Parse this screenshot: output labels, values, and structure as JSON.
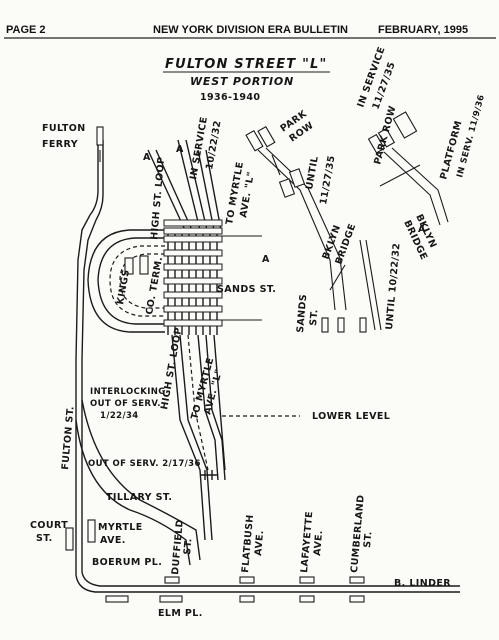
{
  "header": {
    "page": "PAGE 2",
    "publication": "NEW YORK DIVISION ERA BULLETIN",
    "date": "FEBRUARY, 1995"
  },
  "map": {
    "title": "FULTON STREET \"L\"",
    "subtitle": "WEST PORTION",
    "years": "1936-1940",
    "labels": {
      "fulton_ferry": [
        "FULTON",
        "FERRY"
      ],
      "high_st_loop_upper": "HIGH ST. LOOP",
      "in_service_1": "IN SERVICE",
      "in_service_1_date": "10/22/32",
      "to_myrtle_upper": [
        "TO MYRTLE",
        "AVE. \"L\""
      ],
      "kings": "KINGS",
      "co_term": "CO. TERM.",
      "sands_st": "SANDS ST.",
      "high_st_loop_lower": "HIGH ST. LOOP",
      "to_myrtle_lower": [
        "TO MYRTLE",
        "AVE. \"L\""
      ],
      "interlocking": [
        "INTERLOCKING",
        "OUT OF SERV.",
        "1/22/34"
      ],
      "lower_level": "LOWER LEVEL",
      "fulton_st": "FULTON ST.",
      "out_of_serv": "OUT OF SERV. 2/17/36",
      "tillary_st": "TILLARY ST.",
      "court_st": [
        "COURT",
        "ST."
      ],
      "myrtle_ave": [
        "MYRTLE",
        "AVE."
      ],
      "boerum_pl": "BOERUM PL.",
      "duffield_st": [
        "DUFFIELD",
        "ST."
      ],
      "flatbush_ave": [
        "FLATBUSH",
        "AVE."
      ],
      "lafayette_ave": [
        "LAFAYETTE",
        "AVE."
      ],
      "cumberland_st": [
        "CUMBERLAND",
        "ST."
      ],
      "elm_pl": "ELM PL.",
      "b_linder": "B. LINDER",
      "park_row_1": [
        "PARK",
        "ROW"
      ],
      "until_1": [
        "UNTIL",
        "11/27/35"
      ],
      "bklyn_bridge_1": [
        "BKLYN",
        "BRIDGE"
      ],
      "sands_st_small": [
        "SANDS",
        "ST."
      ],
      "until_2": "UNTIL 10/22/32",
      "in_service_2": "IN SERVICE",
      "in_service_2_date": "11/27/35",
      "park_row_2": "PARK ROW",
      "platform": [
        "PLATFORM",
        "IN SERV. 11/9/36"
      ],
      "bklyn_bridge_2": [
        "BKLYN",
        "BRIDGE"
      ],
      "a": "A"
    }
  }
}
